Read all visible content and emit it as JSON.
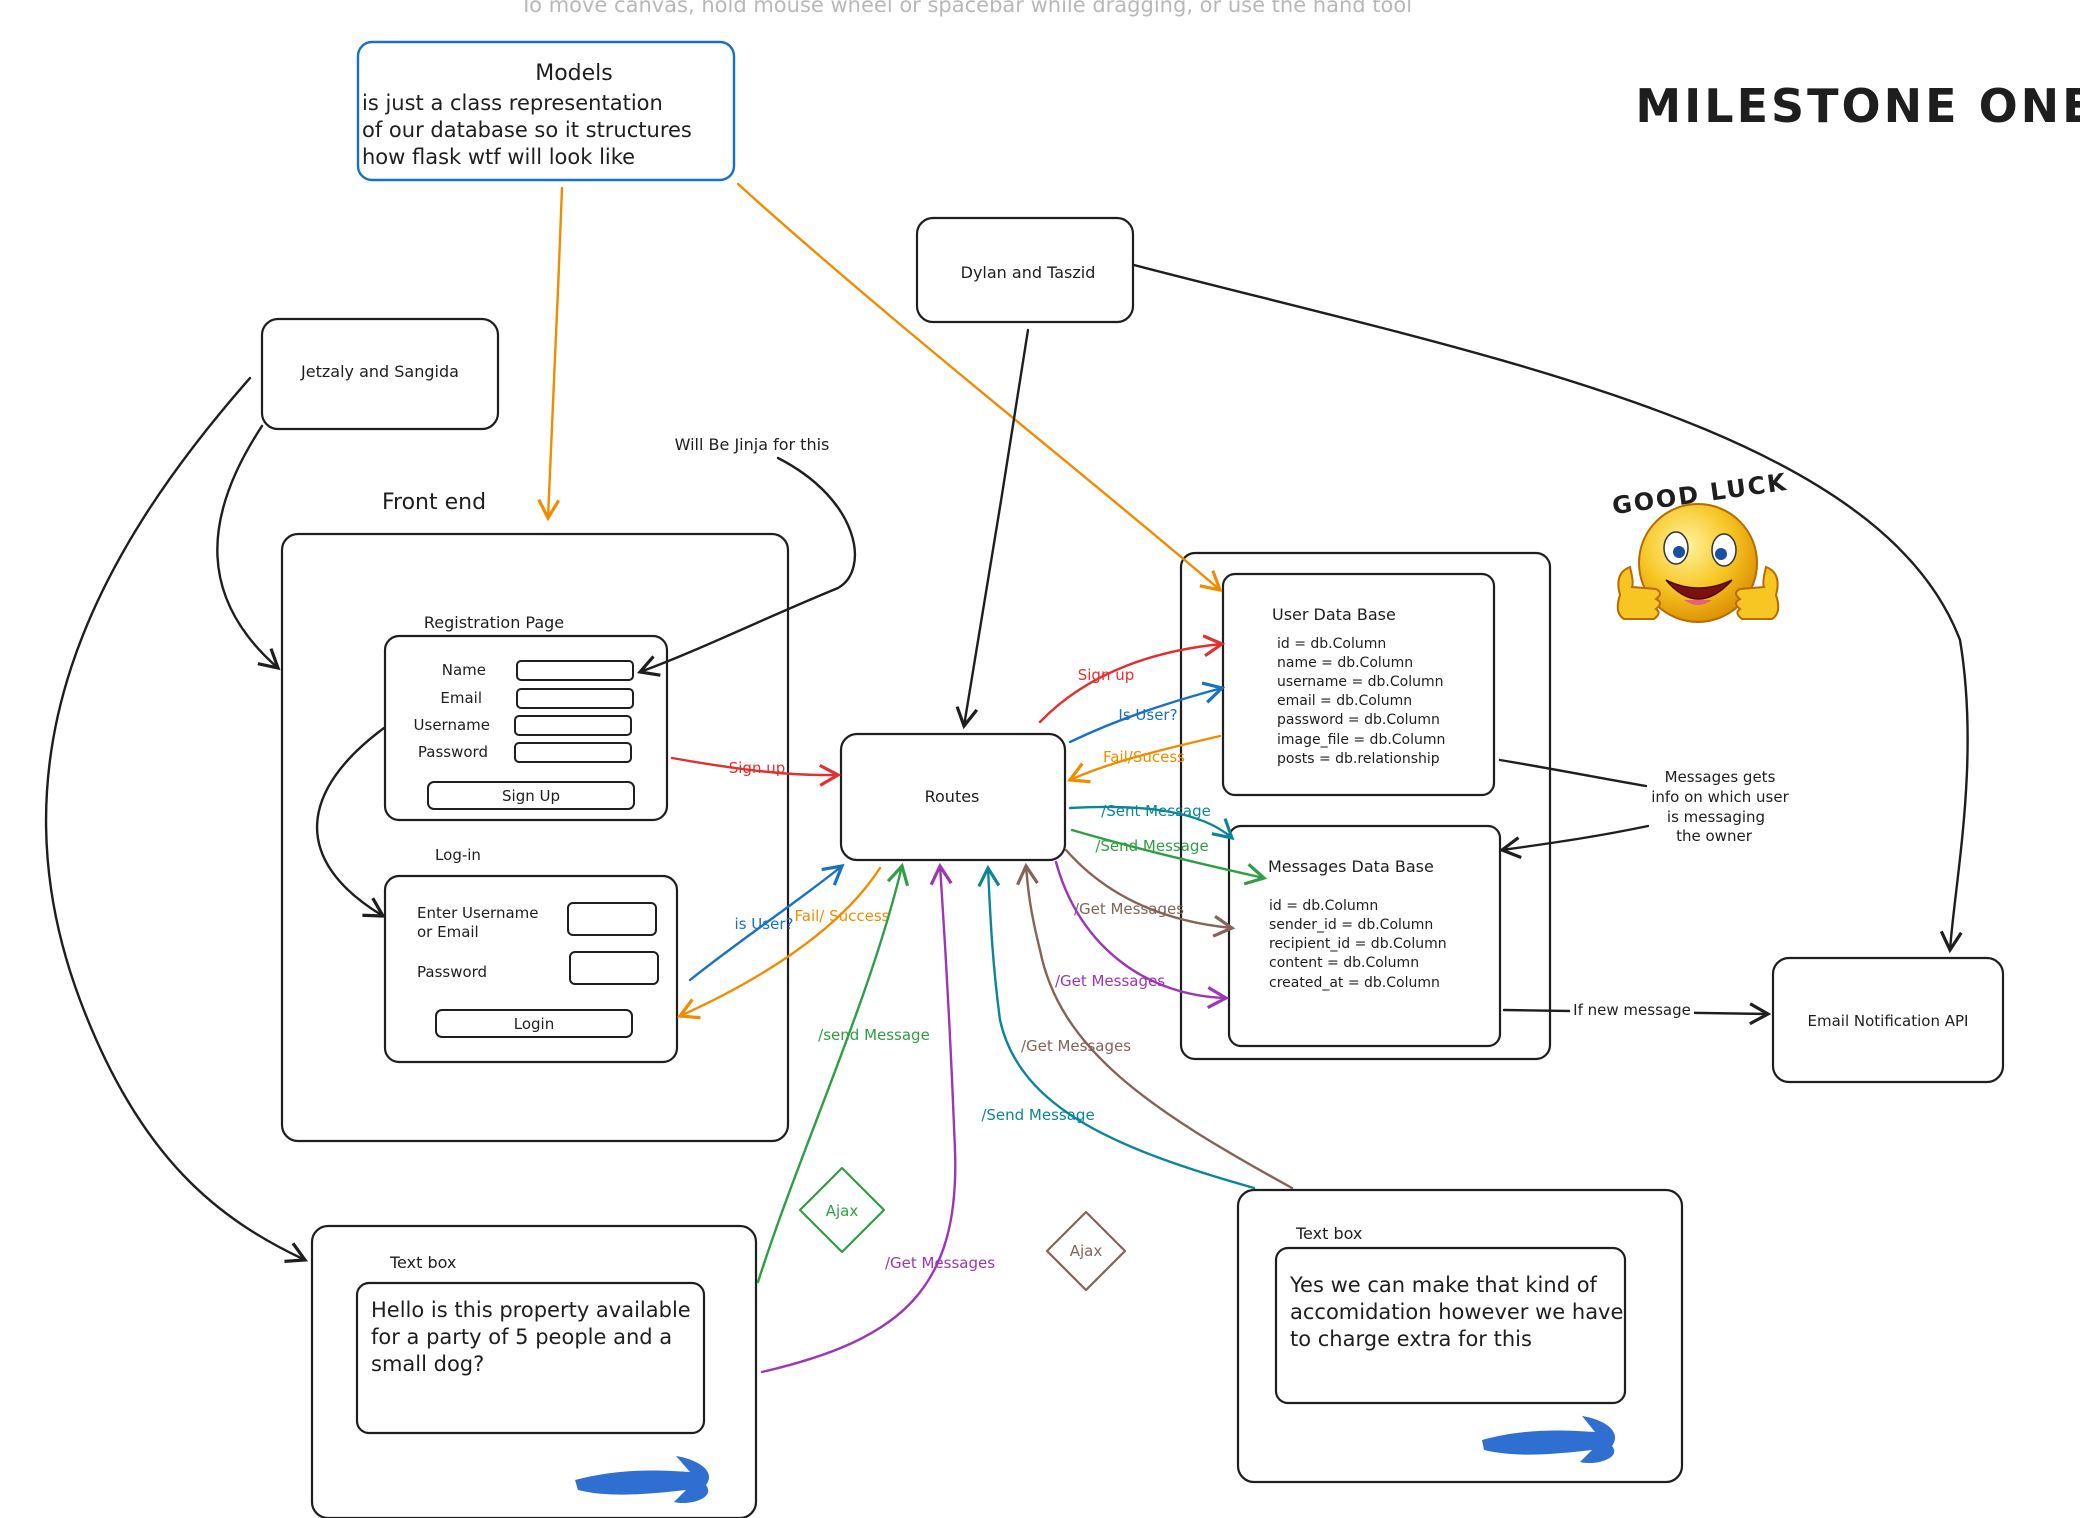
{
  "canvas_hint": "To move canvas, hold mouse wheel or spacebar while dragging, or use the hand tool",
  "milestone_title": "MILESTONE ONE",
  "sticker": {
    "text": "GOOD LUCK"
  },
  "models_note": {
    "title": "Models",
    "lines": [
      "is just a class representation",
      "of our database so it structures",
      "how flask wtf will look like"
    ]
  },
  "teams": {
    "backend": "Dylan and Taszid",
    "frontend": "Jetzaly and Sangida"
  },
  "jinja_note": "Will Be Jinja for this",
  "frontend": {
    "title": "Front end",
    "registration": {
      "title": "Registration Page",
      "fields": [
        "Name",
        "Email",
        "Username",
        "Password"
      ],
      "button": "Sign Up"
    },
    "login": {
      "title": "Log-in",
      "username_label_1": "Enter Username",
      "username_label_2": "or Email",
      "password_label": "Password",
      "button": "Login"
    }
  },
  "routes": "Routes",
  "user_db": {
    "title": "User Data Base",
    "fields": [
      "id = db.Column",
      "name = db.Column",
      "username = db.Column",
      "email = db.Column",
      "password = db.Column",
      "image_file = db.Column",
      "posts = db.relationship"
    ]
  },
  "messages_db": {
    "title": "Messages Data Base",
    "fields": [
      "id = db.Column",
      "sender_id = db.Column",
      "recipient_id = db.Column",
      "content = db.Column",
      "created_at = db.Column"
    ]
  },
  "messages_note": [
    "Messages gets",
    "info on which user",
    "is messaging",
    "the owner"
  ],
  "email_api": "Email Notification API",
  "if_new_message": "If new message",
  "edge_labels": {
    "sign_up_left": "Sign up",
    "is_user_left": "is User?",
    "fail_success_left": "Fail/ Success",
    "sign_up_right": "Sign up",
    "is_user_right": "Is User?",
    "fail_sucess_right": "Fail/Sucess",
    "sent_message": "/Sent Message",
    "send_message_right": "/Send Message",
    "get_messages_1": "/Get Messages",
    "get_messages_2": "/Get Messages",
    "send_message_green": "/send Message",
    "get_messages_brown": "/Get Messages",
    "send_message_teal": "/Send Message",
    "get_messages_purple": "/Get Messages"
  },
  "ajax_labels": [
    "Ajax",
    "Ajax"
  ],
  "textbox_left": {
    "title": "Text box",
    "lines": [
      "Hello is this property available",
      "for a party of 5 people and a",
      "small dog?"
    ]
  },
  "textbox_right": {
    "title": "Text box",
    "lines": [
      "Yes we can make that kind of",
      "accomidation however we have",
      "to charge extra for this"
    ]
  },
  "colors": {
    "ink": "#1e1e1e",
    "red": "#e03131",
    "blue": "#1971c2",
    "orange": "#f08c00",
    "teal": "#0c8599",
    "green": "#2f9e44",
    "brown": "#846358",
    "purple": "#9c36b5",
    "models_border": "#1971c2",
    "send_arrow": "#2f6fd1"
  },
  "icons": [
    "emoji-thumbs-up-icon",
    "send-arrow-icon"
  ]
}
